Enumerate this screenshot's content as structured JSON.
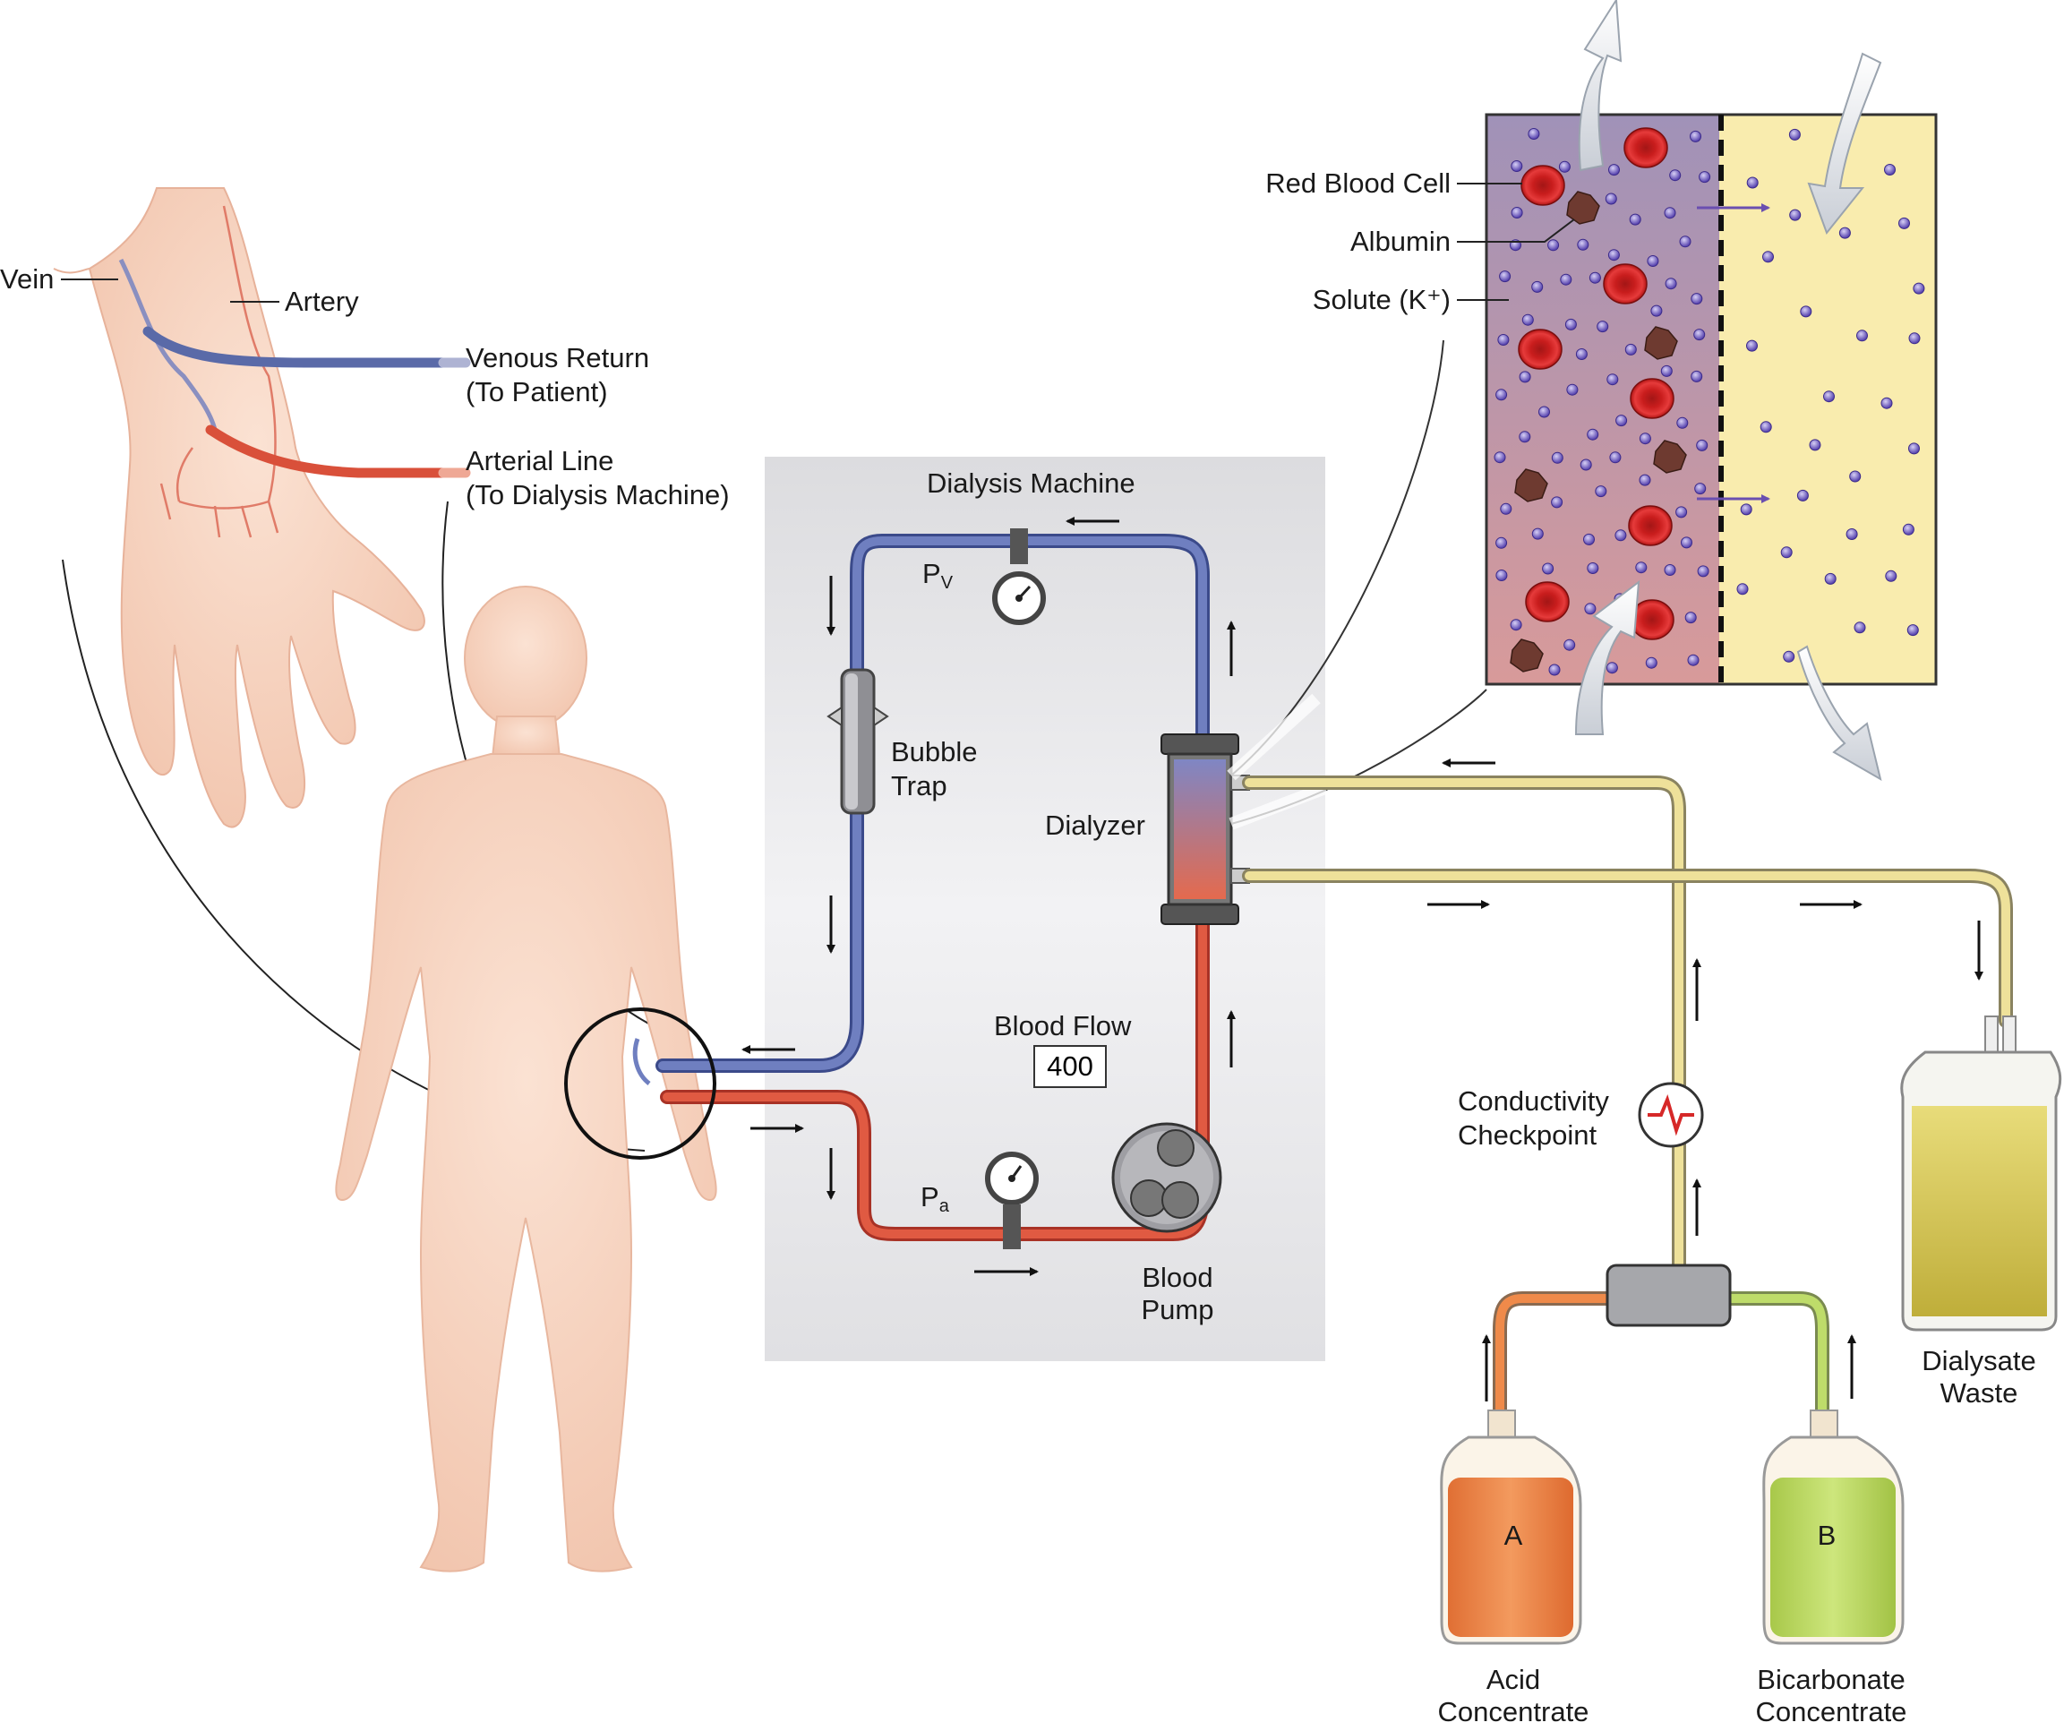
{
  "hand": {
    "vein_label": "Vein",
    "artery_label": "Artery",
    "venous_return_line1": "Venous Return",
    "venous_return_line2": "(To Patient)",
    "arterial_line_line1": "Arterial Line",
    "arterial_line_line2": "(To Dialysis Machine)"
  },
  "machine": {
    "title": "Dialysis Machine",
    "pv_letter": "P",
    "pv_sub": "V",
    "pa_letter": "P",
    "pa_sub": "a",
    "bubble_trap_line1": "Bubble",
    "bubble_trap_line2": "Trap",
    "dialyzer_label": "Dialyzer",
    "blood_flow_label": "Blood Flow",
    "blood_flow_value": "400",
    "blood_pump_line1": "Blood",
    "blood_pump_line2": "Pump"
  },
  "membrane": {
    "rbc_label": "Red Blood Cell",
    "albumin_label": "Albumin",
    "solute_label": "Solute (K⁺)"
  },
  "dialysate": {
    "conductivity_line1": "Conductivity",
    "conductivity_line2": "Checkpoint",
    "waste_line1": "Dialysate",
    "waste_line2": "Waste",
    "acid_letter": "A",
    "acid_line1": "Acid",
    "acid_line2": "Concentrate",
    "bicarb_letter": "B",
    "bicarb_line1": "Bicarbonate",
    "bicarb_line2": "Concentrate"
  },
  "colors": {
    "blood_venous": "#5a6aa8",
    "blood_arterial": "#d9503a",
    "skin": "#f6d3c0",
    "dialysate_tube": "#eee19a",
    "acid": "#ef8a4a",
    "bicarbonate": "#bedc6a",
    "waste": "#d8c94a",
    "machine_panel": "#e7e7e9",
    "membrane_blood_side": "#a897b4",
    "membrane_dialysate_side": "#f9ecae"
  }
}
